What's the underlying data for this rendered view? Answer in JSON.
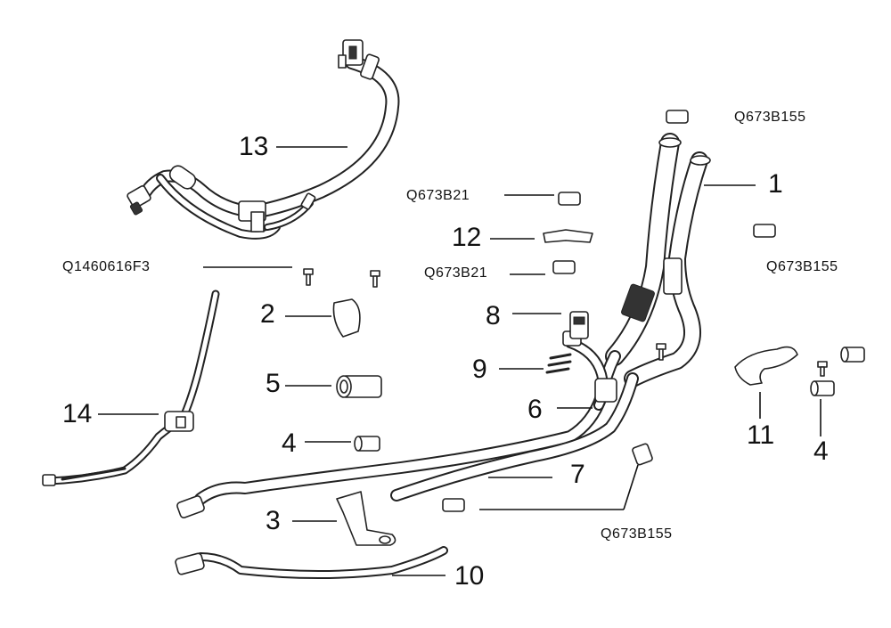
{
  "callouts": {
    "n1": "1",
    "n2": "2",
    "n3": "3",
    "n4a": "4",
    "n4b": "4",
    "n5": "5",
    "n6": "6",
    "n7": "7",
    "n8": "8",
    "n9": "9",
    "n10": "10",
    "n11": "11",
    "n12": "12",
    "n13": "13",
    "n14": "14"
  },
  "codes": {
    "q673b155_top": "Q673B155",
    "q673b155_right": "Q673B155",
    "q673b155_bottom": "Q673B155",
    "q673b21_top": "Q673B21",
    "q673b21_mid": "Q673B21",
    "q1460616f3": "Q1460616F3"
  }
}
